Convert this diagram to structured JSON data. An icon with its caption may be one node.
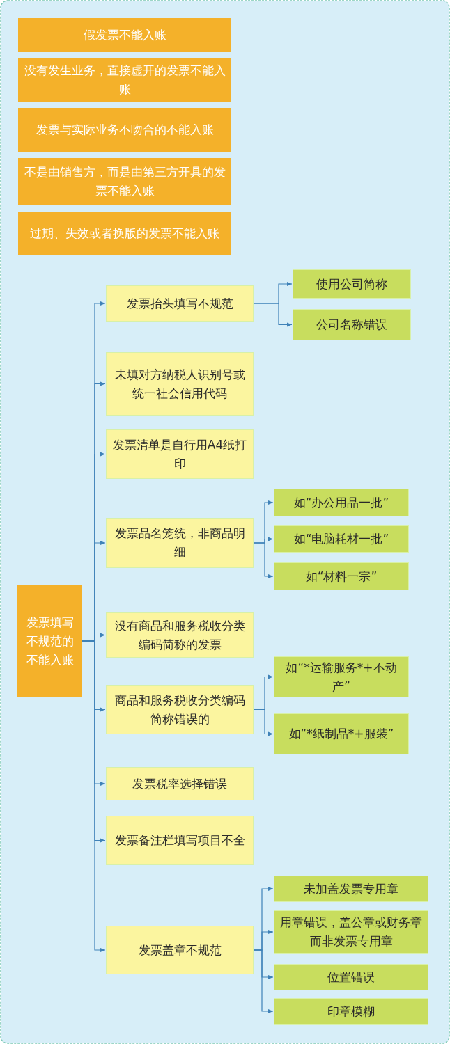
{
  "diagram": {
    "nodes": [
      {
        "text": [
          "假发票不能入账"
        ]
      },
      {
        "text": [
          "没有发生业务，直接虚开的发票不能入账"
        ]
      },
      {
        "text": [
          "发票与实际业务不吻合的不能入账"
        ]
      },
      {
        "text": [
          "不是由销售方，而是由第三方开具的发票不能入账"
        ]
      },
      {
        "text": [
          "过期、失效或者换版的发票不能入账"
        ]
      },
      {
        "text": [
          "发票填写不规范的不能入账"
        ]
      },
      {
        "text": [
          "发票抬头填写不规范"
        ]
      },
      {
        "text": [
          "使用公司简称"
        ]
      },
      {
        "text": [
          "公司名称错误"
        ]
      },
      {
        "text": [
          "未填对方纳税人识别号或统一社会信用代码"
        ]
      },
      {
        "text": [
          "发票清单是自行用A4纸打印"
        ]
      },
      {
        "text": [
          "发票品名笼统，非商品明细"
        ]
      },
      {
        "text": [
          "如“办公用品一批”"
        ]
      },
      {
        "text": [
          "如“电脑耗材一批”"
        ]
      },
      {
        "text": [
          "如“材料一宗”"
        ]
      },
      {
        "text": [
          "没有商品和服务税收分类编码简称的发票"
        ]
      },
      {
        "text": [
          "商品和服务税收分类编码简称错误的"
        ]
      },
      {
        "text": [
          "如“*运输服务*+不动产”"
        ]
      },
      {
        "text": [
          "如“*纸制品*+服装”"
        ]
      },
      {
        "text": [
          "发票税率选择错误"
        ]
      },
      {
        "text": [
          "发票备注栏填写项目不全"
        ]
      },
      {
        "text": [
          "发票盖章不规范"
        ]
      },
      {
        "text": [
          "未加盖发票专用章"
        ]
      },
      {
        "text": [
          "用章错误，盖公章或财务章而非发票专用章"
        ]
      },
      {
        "text": [
          "位置错误"
        ]
      },
      {
        "text": [
          "印章模糊"
        ]
      }
    ],
    "edges": [
      {
        "from": 5,
        "to": 6,
        "arrow": "to"
      },
      {
        "from": 5,
        "to": 9,
        "arrow": "to"
      },
      {
        "from": 5,
        "to": 10,
        "arrow": "to"
      },
      {
        "from": 5,
        "to": 11,
        "arrow": "to"
      },
      {
        "from": 5,
        "to": 15,
        "arrow": "to"
      },
      {
        "from": 5,
        "to": 16,
        "arrow": "to"
      },
      {
        "from": 5,
        "to": 19,
        "arrow": "to"
      },
      {
        "from": 5,
        "to": 20,
        "arrow": "to"
      },
      {
        "from": 5,
        "to": 21,
        "arrow": "to"
      },
      {
        "from": 6,
        "to": 7,
        "arrow": "to"
      },
      {
        "from": 6,
        "to": 8,
        "arrow": "to"
      },
      {
        "from": 11,
        "to": 12,
        "arrow": "to"
      },
      {
        "from": 11,
        "to": 13,
        "arrow": "to"
      },
      {
        "from": 11,
        "to": 14,
        "arrow": "to"
      },
      {
        "from": 16,
        "to": 17,
        "arrow": "to"
      },
      {
        "from": 16,
        "to": 18,
        "arrow": "to"
      },
      {
        "from": 21,
        "to": 22,
        "arrow": "to"
      },
      {
        "from": 21,
        "to": 23,
        "arrow": "to"
      },
      {
        "from": 21,
        "to": 24,
        "arrow": "to"
      },
      {
        "from": 21,
        "to": 25,
        "arrow": "to"
      }
    ]
  }
}
